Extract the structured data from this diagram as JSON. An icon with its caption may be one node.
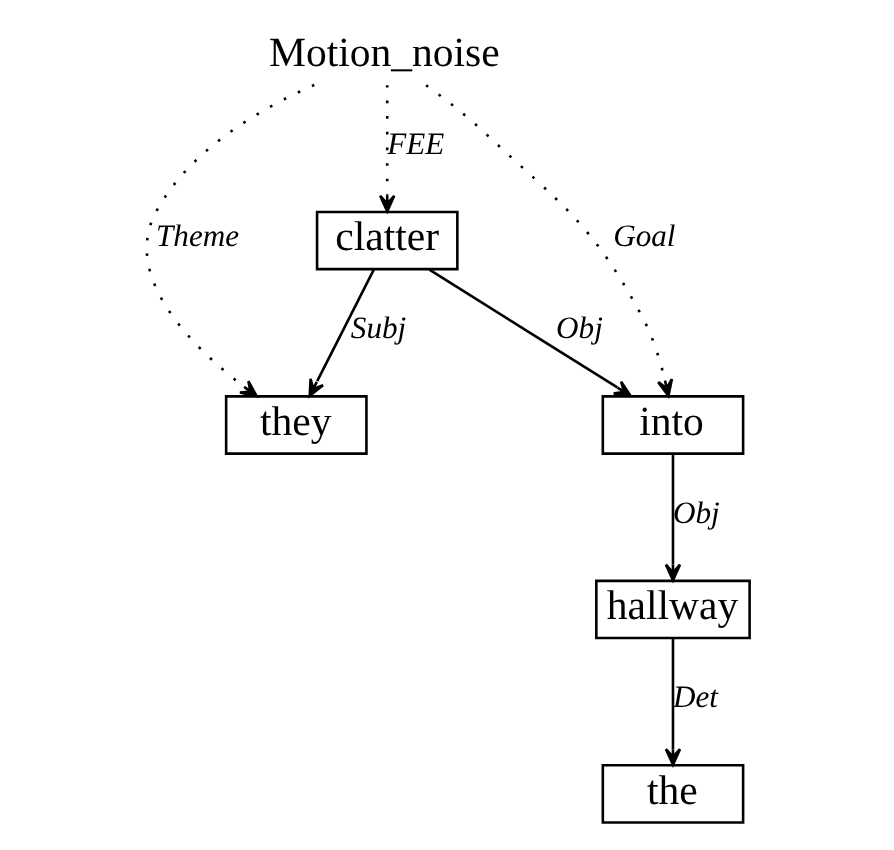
{
  "diagram": {
    "nodes": [
      {
        "text": [
          "Motion_noise"
        ]
      },
      {
        "text": [
          "clatter"
        ]
      },
      {
        "text": [
          "they"
        ]
      },
      {
        "text": [
          "into"
        ]
      },
      {
        "text": [
          "hallway"
        ]
      },
      {
        "text": [
          "the"
        ]
      }
    ],
    "edges": [
      {
        "from": 0,
        "to": 2,
        "arrow": "to",
        "label": "Theme",
        "style": "dashed"
      },
      {
        "from": 0,
        "to": 1,
        "arrow": "to",
        "label": "FEE",
        "style": "dashed"
      },
      {
        "from": 0,
        "to": 3,
        "arrow": "to",
        "label": "Goal",
        "style": "dashed"
      },
      {
        "from": 1,
        "to": 2,
        "arrow": "to",
        "label": "Subj"
      },
      {
        "from": 1,
        "to": 3,
        "arrow": "to",
        "label": "Obj"
      },
      {
        "from": 3,
        "to": 4,
        "arrow": "to",
        "label": "Obj"
      },
      {
        "from": 4,
        "to": 5,
        "arrow": "to",
        "label": "Det"
      }
    ]
  }
}
